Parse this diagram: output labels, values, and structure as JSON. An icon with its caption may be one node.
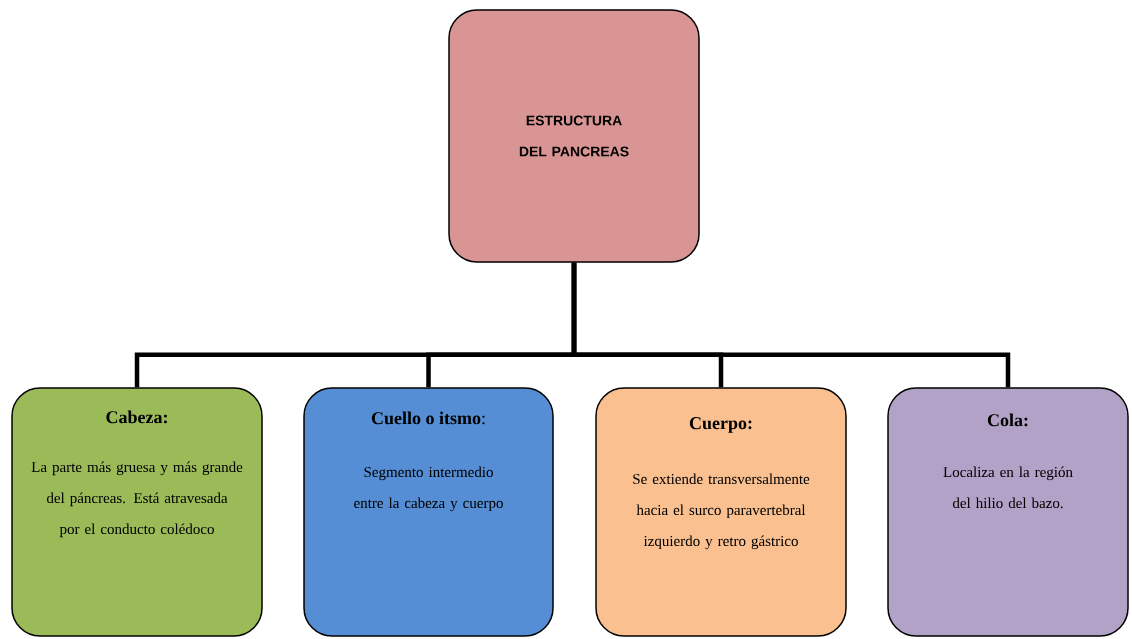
{
  "diagram": {
    "nodes": [
      {
        "text": [
          "ESTRUCTURA DEL PANCREAS"
        ]
      },
      {
        "text": [
          "Cabeza:",
          "La parte más gruesa y más grande del páncreas. Está atravesada por el conducto colédoco"
        ]
      },
      {
        "text": [
          "**Cuello o itsmo**:",
          "Segmento intermedio entre la cabeza y cuerpo"
        ]
      },
      {
        "text": [
          "Cuerpo:",
          "Se extiende transversalmente hacia el surco paravertebral izquierdo y retro gástrico"
        ]
      },
      {
        "text": [
          "Cola:",
          "Localiza en la región del hilio del bazo."
        ]
      }
    ],
    "edges": [
      {
        "from": 0,
        "to": 1,
        "arrow": "none"
      },
      {
        "from": 0,
        "to": 2,
        "arrow": "none"
      },
      {
        "from": 0,
        "to": 3,
        "arrow": "none"
      },
      {
        "from": 0,
        "to": 4,
        "arrow": "none"
      }
    ]
  }
}
